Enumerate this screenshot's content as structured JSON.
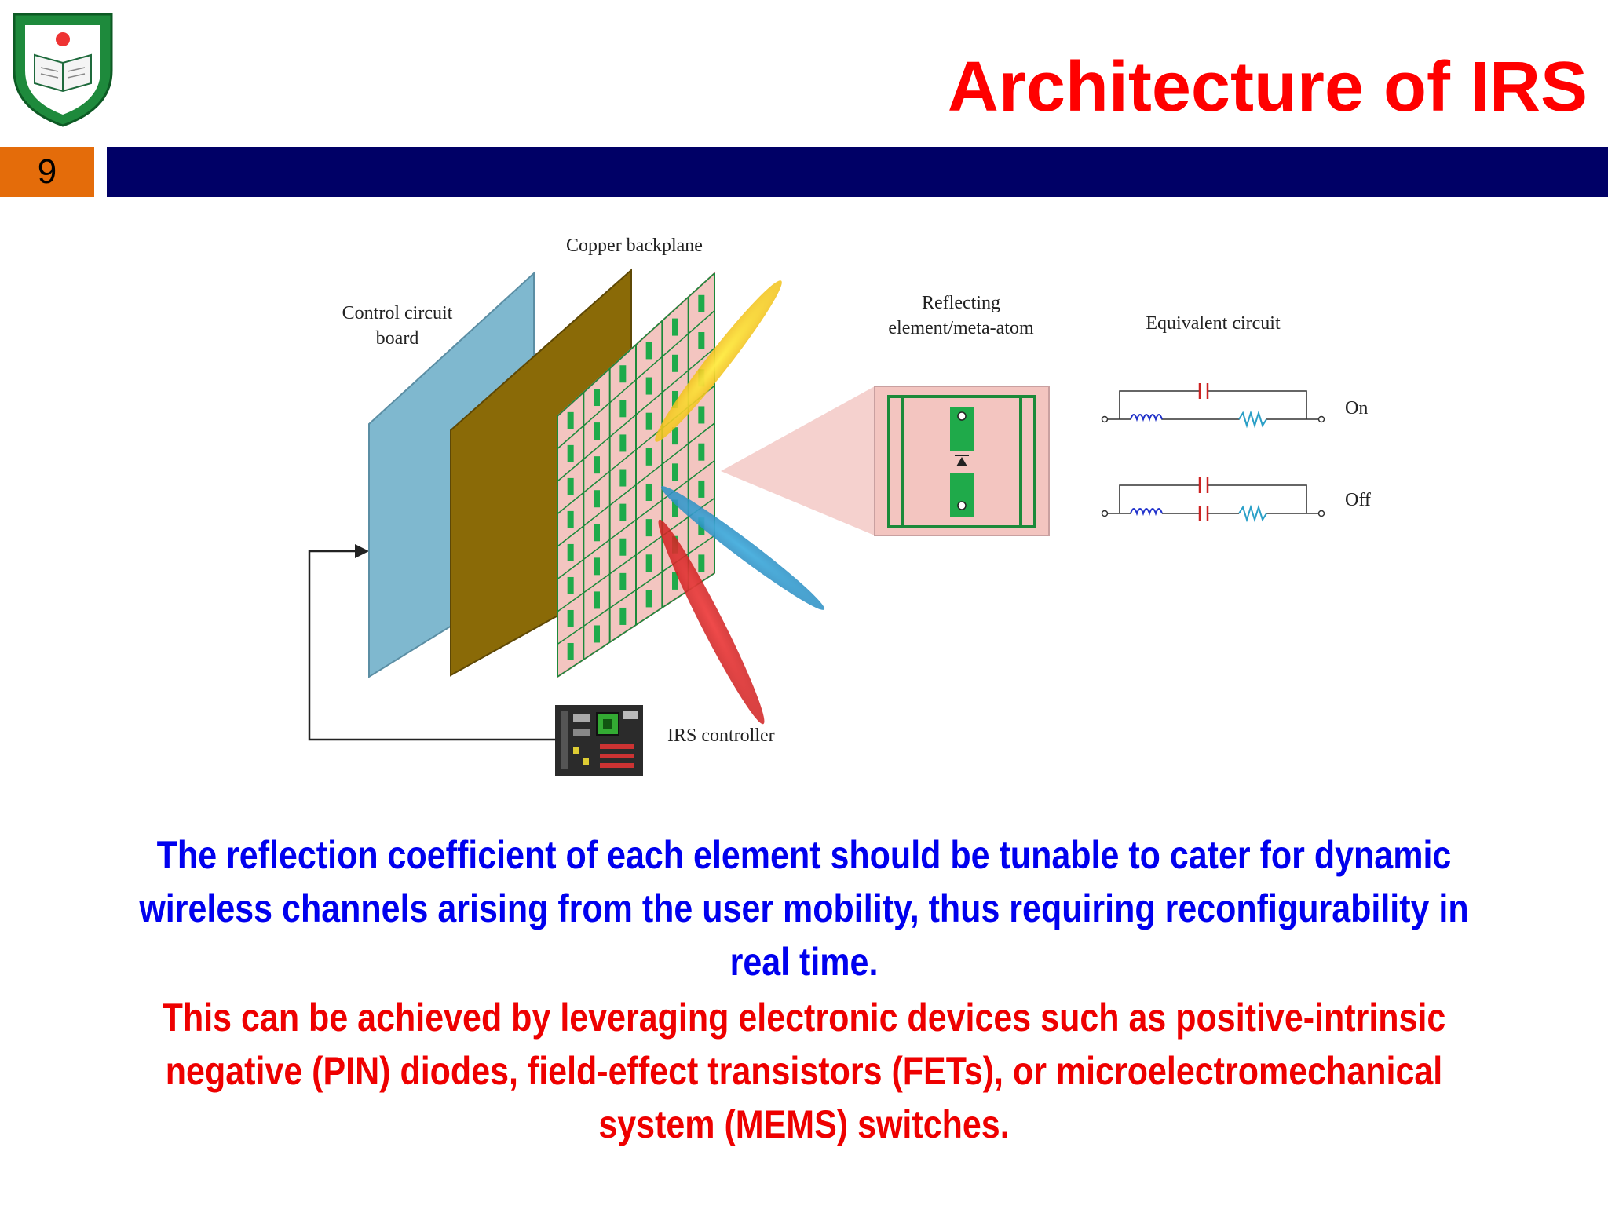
{
  "slide": {
    "number": "9",
    "title": "Architecture of IRS",
    "colors": {
      "title": "#ff0000",
      "bar": "#000066",
      "number_box": "#e46c0a",
      "para_blue": "#0000ee",
      "para_red": "#ee0000"
    }
  },
  "figure": {
    "labels": {
      "copper_backplane": "Copper backplane",
      "control_line1": "Control circuit",
      "control_line2": "board",
      "reflecting_line1": "Reflecting",
      "reflecting_line2": "element/meta-atom",
      "equivalent_circuit": "Equivalent circuit",
      "on": "On",
      "off": "Off",
      "irs_controller": "IRS controller"
    }
  },
  "text": {
    "paragraph1": "The reflection coefficient of each element should be tunable to cater for dynamic wireless channels arising from the user mobility, thus requiring reconfigurability in real time.",
    "paragraph2": "This can be achieved by leveraging electronic devices such as positive-intrinsic negative (PIN) diodes, field-effect transistors (FETs), or microelectromechanical system (MEMS) switches."
  }
}
